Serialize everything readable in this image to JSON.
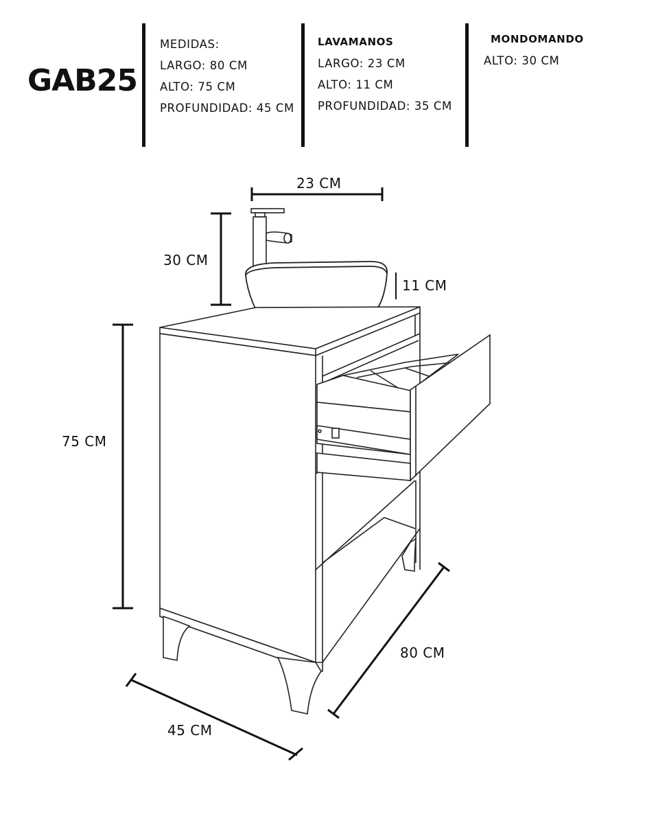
{
  "header": {
    "model": "GAB25",
    "medidas": {
      "title": "MEDIDAS:",
      "lines": [
        "LARGO: 80 CM",
        "ALTO: 75 CM",
        "PROFUNDIDAD: 45 CM"
      ]
    },
    "lavamanos": {
      "title": "LAVAMANOS",
      "lines": [
        "LARGO: 23 CM",
        "ALTO: 11 CM",
        "PROFUNDIDAD: 35 CM"
      ]
    },
    "mondomando": {
      "title": "MONDOMANDO",
      "lines": [
        "ALTO: 30 CM"
      ]
    }
  },
  "dimensions": {
    "basin_width": "23 CM",
    "faucet_height": "30 CM",
    "basin_height": "11 CM",
    "cabinet_height": "75 CM",
    "cabinet_length": "80 CM",
    "cabinet_depth": "45 CM"
  }
}
